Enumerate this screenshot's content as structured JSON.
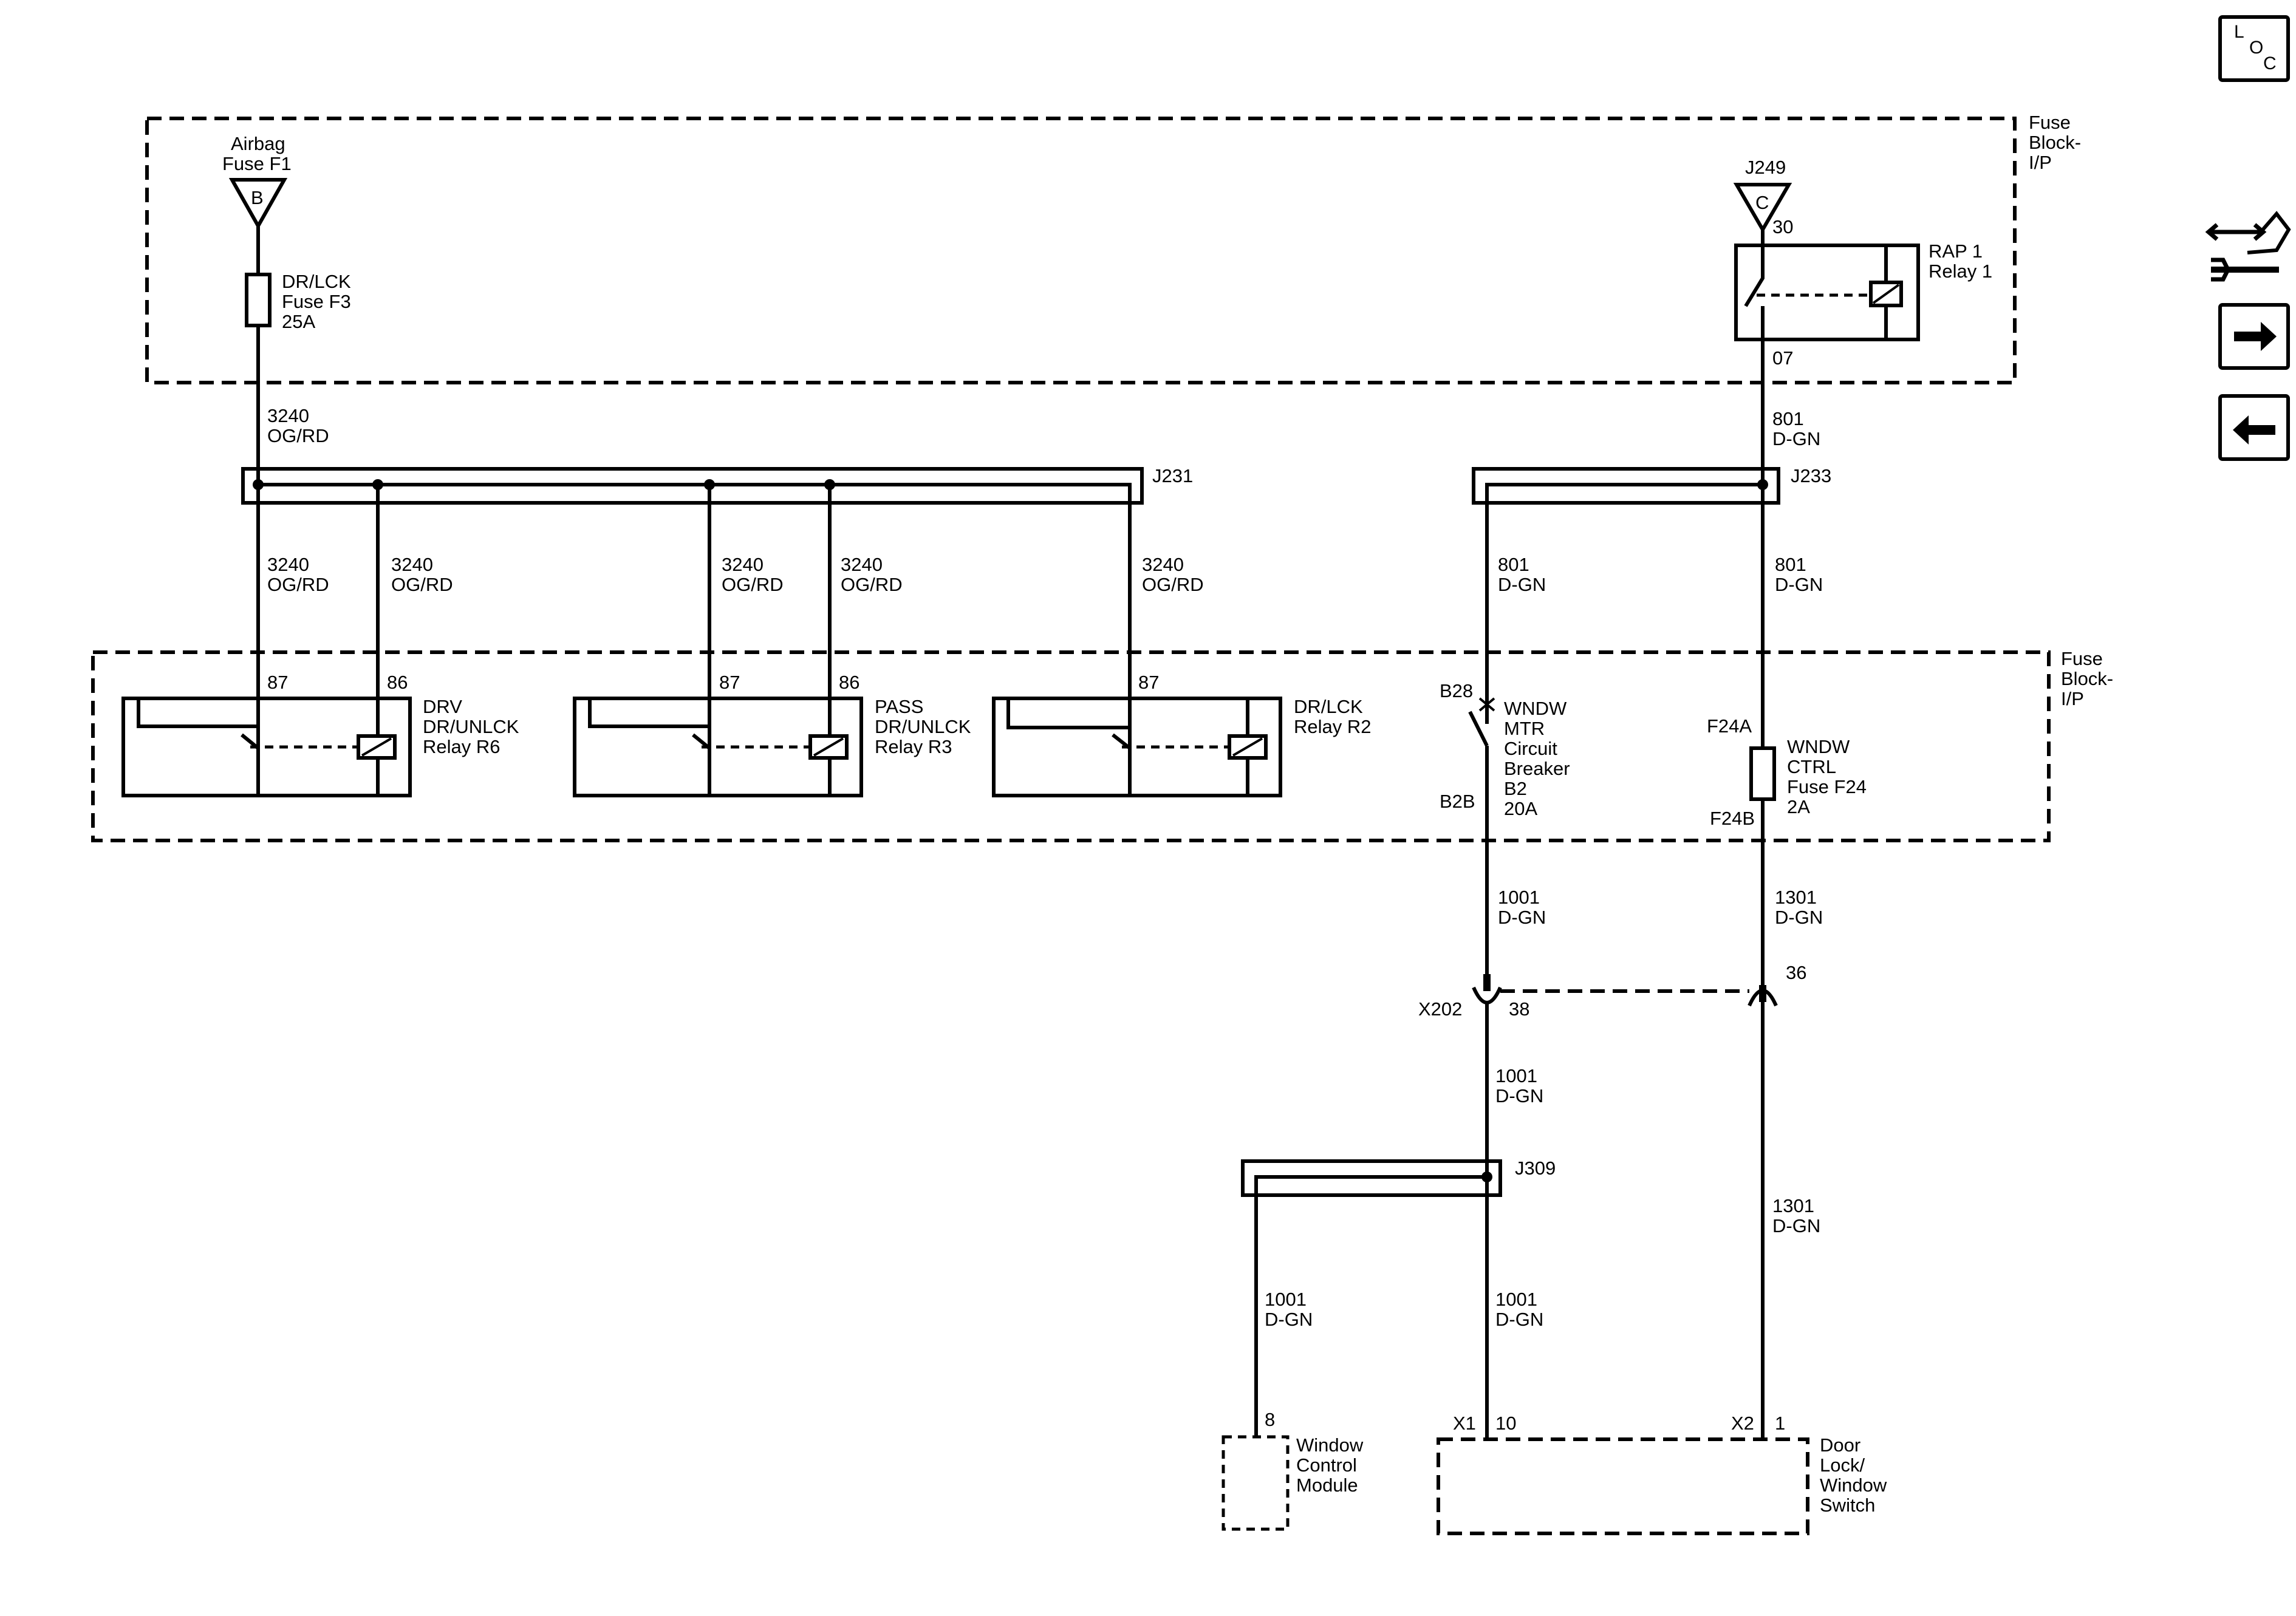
{
  "nav": {
    "loc_l": "L",
    "loc_o": "O",
    "loc_c": "C"
  },
  "enclosures": {
    "fuse_block_top": [
      "Fuse",
      "Block-",
      "I/P"
    ],
    "fuse_block_mid": [
      "Fuse",
      "Block-",
      "I/P"
    ]
  },
  "top": {
    "airbag_fuse": [
      "Airbag",
      "Fuse F1"
    ],
    "airbag_letter": "B",
    "drlck_fuse": [
      "DR/LCK",
      "Fuse F3",
      "25A"
    ],
    "j249": "J249",
    "j249_letter": "C",
    "rap_pin_in": "30",
    "rap_pin_out": "07",
    "rap_relay": [
      "RAP 1",
      "Relay 1"
    ]
  },
  "wires": {
    "w3240_top": [
      "3240",
      "OG/RD"
    ],
    "w801_top": [
      "801",
      "D-GN"
    ],
    "w3240_drop_1": [
      "3240",
      "OG/RD"
    ],
    "w3240_drop_2": [
      "3240",
      "OG/RD"
    ],
    "w3240_drop_3": [
      "3240",
      "OG/RD"
    ],
    "w3240_drop_4": [
      "3240",
      "OG/RD"
    ],
    "w3240_drop_5": [
      "3240",
      "OG/RD"
    ],
    "w801_drop_left": [
      "801",
      "D-GN"
    ],
    "w801_drop_right": [
      "801",
      "D-GN"
    ],
    "w1001_a": [
      "1001",
      "D-GN"
    ],
    "w1301_a": [
      "1301",
      "D-GN"
    ],
    "w1001_b": [
      "1001",
      "D-GN"
    ],
    "w1301_b": [
      "1301",
      "D-GN"
    ],
    "w1001_c": [
      "1001",
      "D-GN"
    ],
    "w1001_d": [
      "1001",
      "D-GN"
    ]
  },
  "splices": {
    "j231": "J231",
    "j233": "J233",
    "j309": "J309"
  },
  "relays": [
    {
      "pin_a": "87",
      "pin_b": "86",
      "label": [
        "DRV",
        "DR/UNLCK",
        "Relay R6"
      ]
    },
    {
      "pin_a": "87",
      "pin_b": "86",
      "label": [
        "PASS",
        "DR/UNLCK",
        "Relay R3"
      ]
    },
    {
      "pin_a": "87",
      "pin_b": "",
      "label": [
        "DR/LCK",
        "Relay R2"
      ]
    }
  ],
  "breaker": {
    "pin_top": "B28",
    "pin_bottom": "B2B",
    "label": [
      "WNDW",
      "MTR",
      "Circuit",
      "Breaker",
      "B2",
      "20A"
    ]
  },
  "fuse24": {
    "pin_top": "F24A",
    "pin_bottom": "F24B",
    "label": [
      "WNDW",
      "CTRL",
      "Fuse F24",
      "2A"
    ]
  },
  "connector": {
    "name": "X202",
    "pin_left": "38",
    "pin_right": "36"
  },
  "modules": {
    "wcm_pin": "8",
    "wcm_label": [
      "Window",
      "Control",
      "Module"
    ],
    "dlws_x1": "X1",
    "dlws_pin_x1": "10",
    "dlws_x2": "X2",
    "dlws_pin_x2": "1",
    "dlws_label": [
      "Door",
      "Lock/",
      "Window",
      "Switch"
    ]
  }
}
